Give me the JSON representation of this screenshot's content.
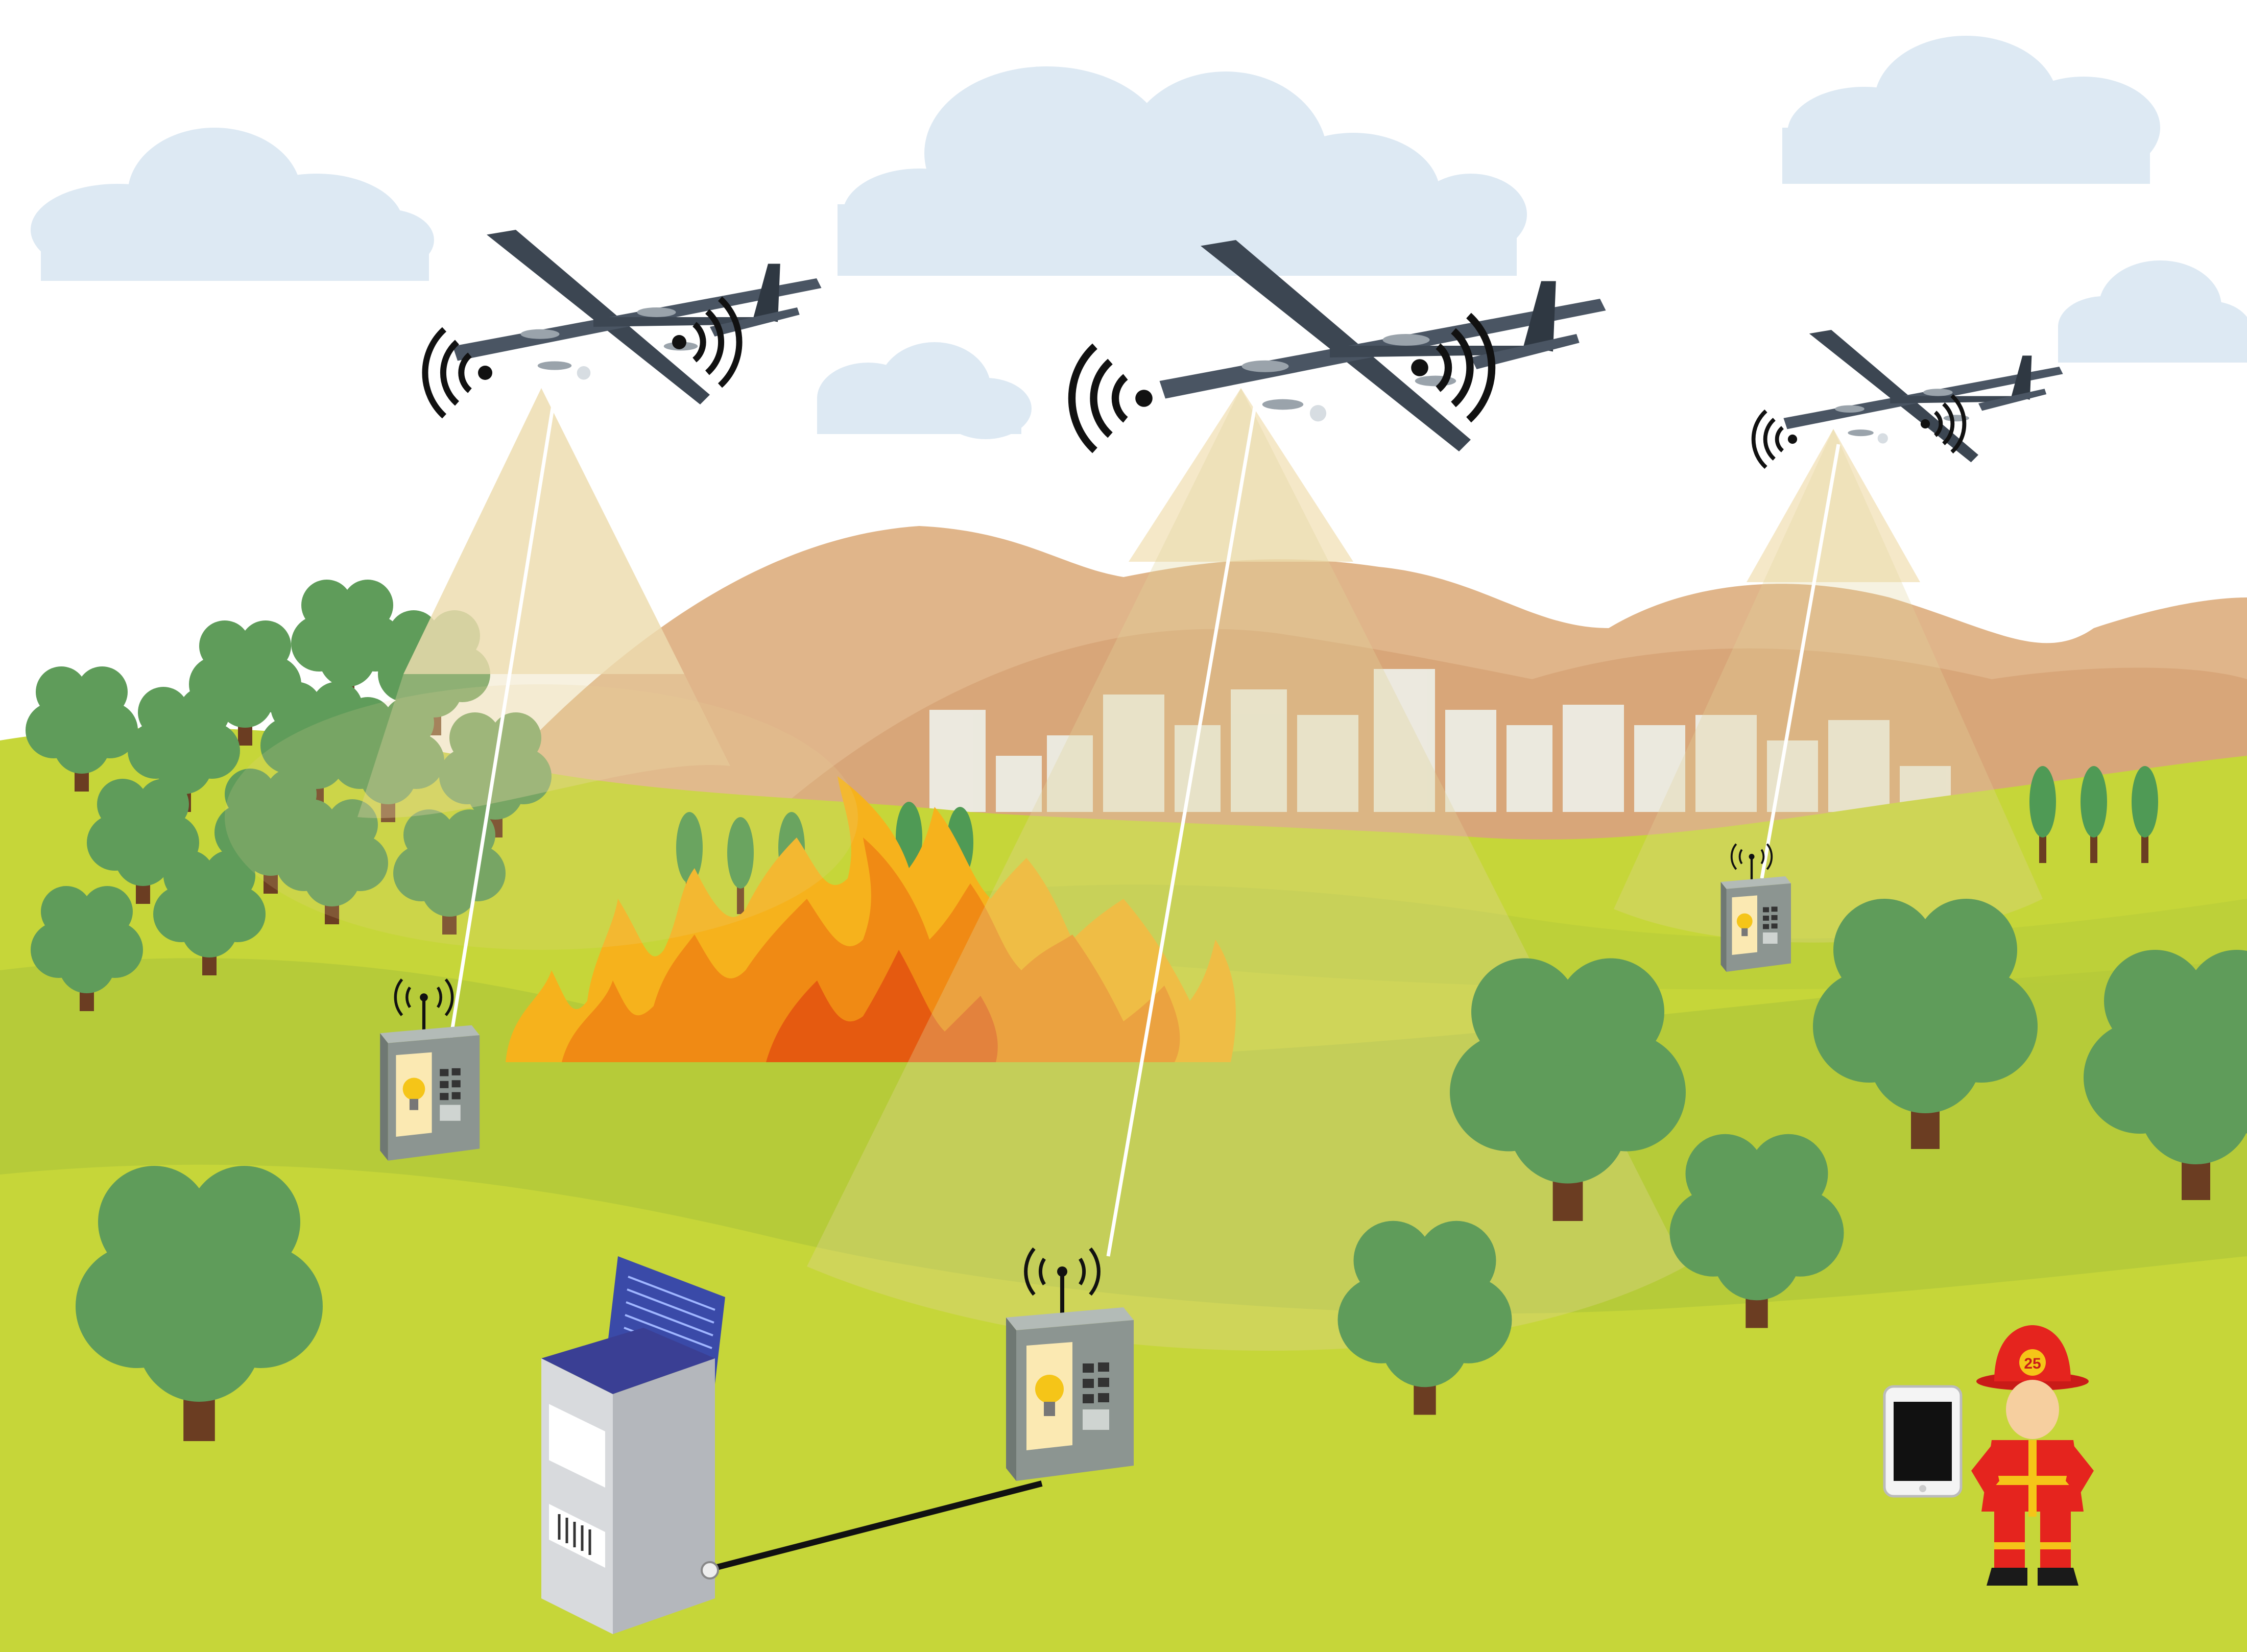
{
  "scene": {
    "description_free": true,
    "firefighter_badge": "25",
    "colors": {
      "sky": "#ffffff",
      "cloud": "#dde9f3",
      "hill_far": "#e0b58a",
      "hill_far_dark": "#d8a679",
      "grass_light": "#c6d639",
      "grass_mid": "#a9c23a",
      "grass_dark": "#8fb13c",
      "tree_crown": "#5f9c5a",
      "tree_trunk": "#6b3d22",
      "drone_body": "#3c4652",
      "beam": "#f2e0b5",
      "fire_outer": "#f6b21c",
      "fire_inner": "#f07a14",
      "sensor_box": "#8c9591",
      "sensor_screen": "#fbe9b2",
      "server_body": "#c9cbcf",
      "server_top": "#3a3f94",
      "fireman_red": "#e5241e",
      "fireman_yellow": "#f5c518",
      "city": "#eef1ea"
    },
    "drones": [
      {
        "name": "drone-left"
      },
      {
        "name": "drone-center"
      },
      {
        "name": "drone-right"
      }
    ],
    "sensors": [
      {
        "name": "sensor-node-left"
      },
      {
        "name": "sensor-node-center"
      },
      {
        "name": "sensor-node-right"
      }
    ],
    "icons": [
      "wifi-signal-icon",
      "antenna-icon",
      "lightbulb-icon",
      "keypad-icon",
      "tablet-icon",
      "firefighter-icon",
      "server-icon",
      "laptop-icon"
    ]
  }
}
